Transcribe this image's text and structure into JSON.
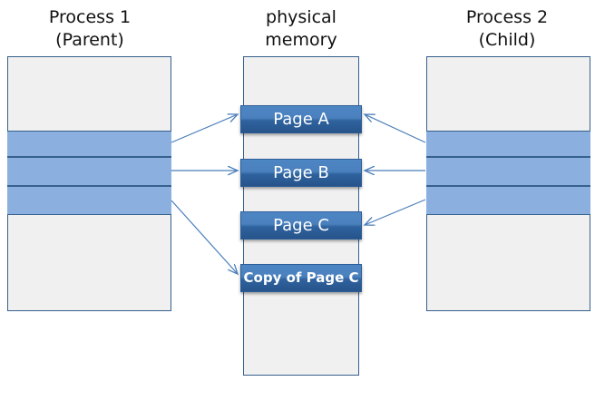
{
  "diagram": {
    "title_process1": "Process 1\n(Parent)",
    "title_memory": "physical\nmemory",
    "title_process2": "Process 2\n(Child)",
    "accent_color": "#4a80bd",
    "segment_color": "#8bb0e0",
    "frame_border_color": "#36618d",
    "frame_fill_color": "#f0f0f0",
    "arrow_color": "#4a7ebb"
  },
  "memory": {
    "pages": [
      {
        "label": "Page A",
        "bold": false
      },
      {
        "label": "Page B",
        "bold": false
      },
      {
        "label": "Page C",
        "bold": false
      },
      {
        "label": "Copy of Page C",
        "bold": true
      }
    ]
  },
  "process1": {
    "segments": [
      {
        "index": 1
      },
      {
        "index": 2
      },
      {
        "index": 3
      }
    ]
  },
  "process2": {
    "segments": [
      {
        "index": 1
      },
      {
        "index": 2
      },
      {
        "index": 3
      }
    ]
  },
  "arrows": [
    {
      "from": "process1-segment-1",
      "to": "memory-page-a"
    },
    {
      "from": "process1-segment-2",
      "to": "memory-page-b"
    },
    {
      "from": "process1-segment-3",
      "to": "memory-copy-of-page-c"
    },
    {
      "from": "process2-segment-1",
      "to": "memory-page-a"
    },
    {
      "from": "process2-segment-2",
      "to": "memory-page-b"
    },
    {
      "from": "process2-segment-3",
      "to": "memory-page-c"
    }
  ]
}
